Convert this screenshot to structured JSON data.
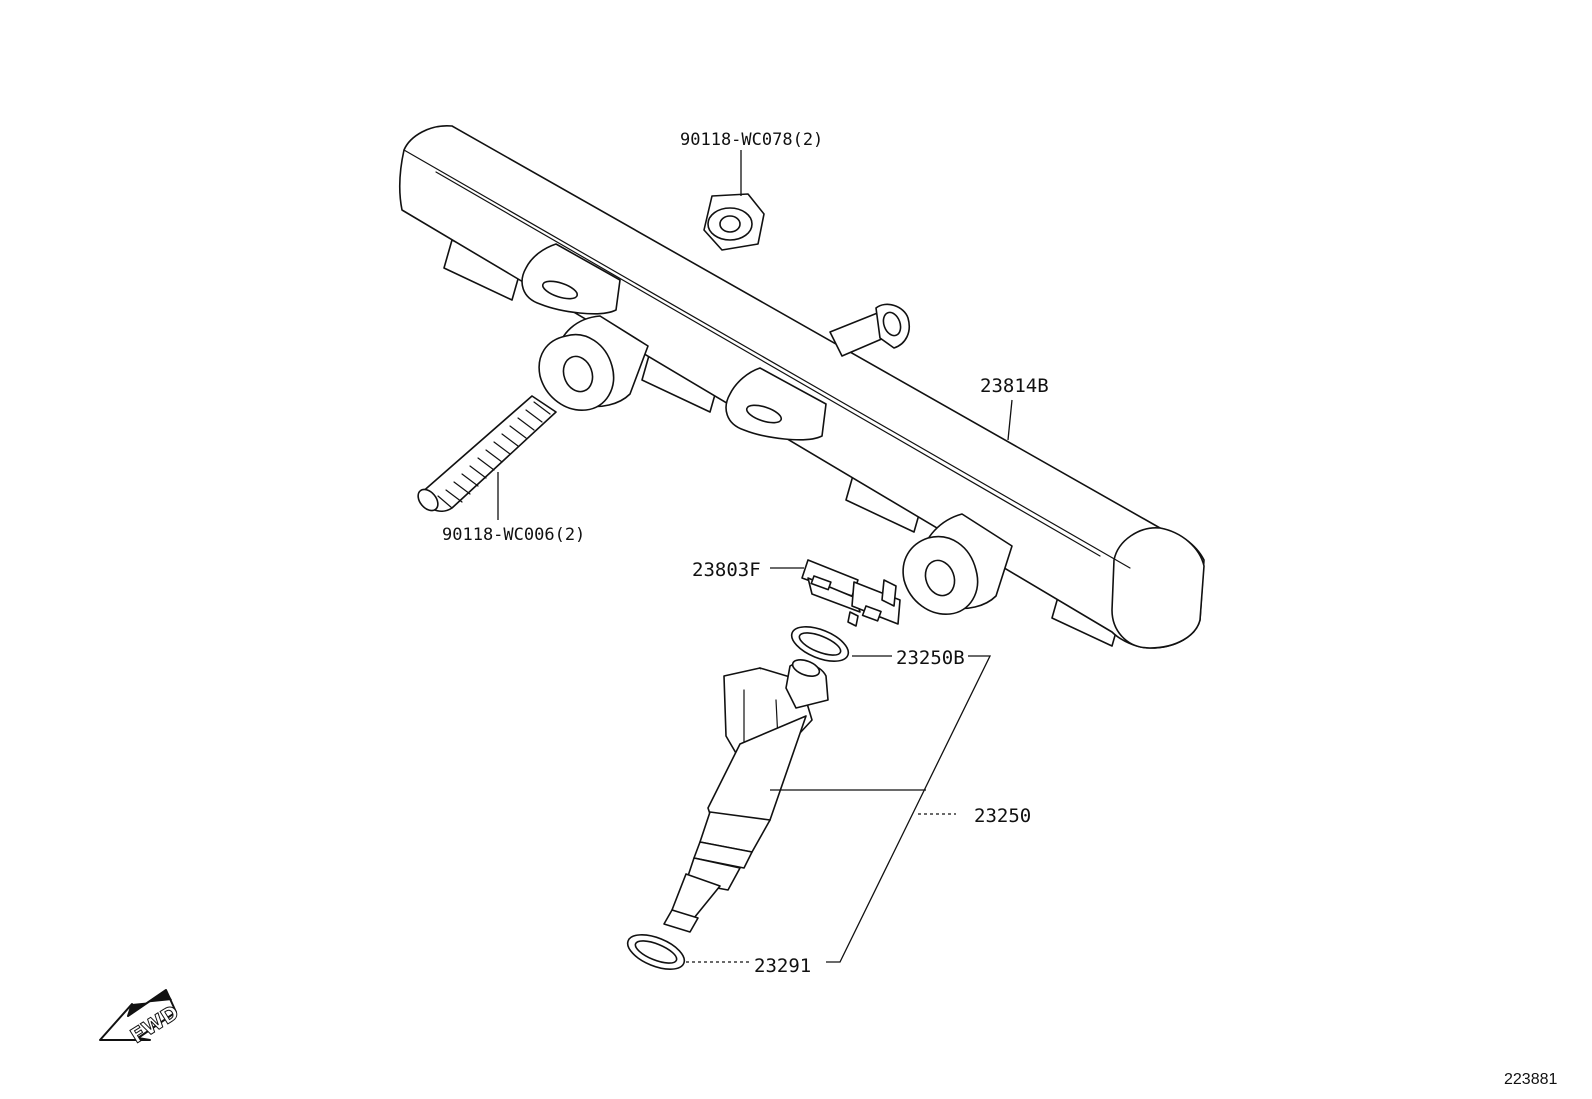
{
  "callouts": {
    "bolt_top": "90118-WC078(2)",
    "stud": "90118-WC006(2)",
    "rail": "23814B",
    "clip": "23803F",
    "oring_upper": "23250B",
    "injector": "23250",
    "oring_lower": "23291"
  },
  "direction_arrow": {
    "label": "FWD",
    "icon": "arrow-down-left-icon"
  },
  "diagram_id": "223881"
}
